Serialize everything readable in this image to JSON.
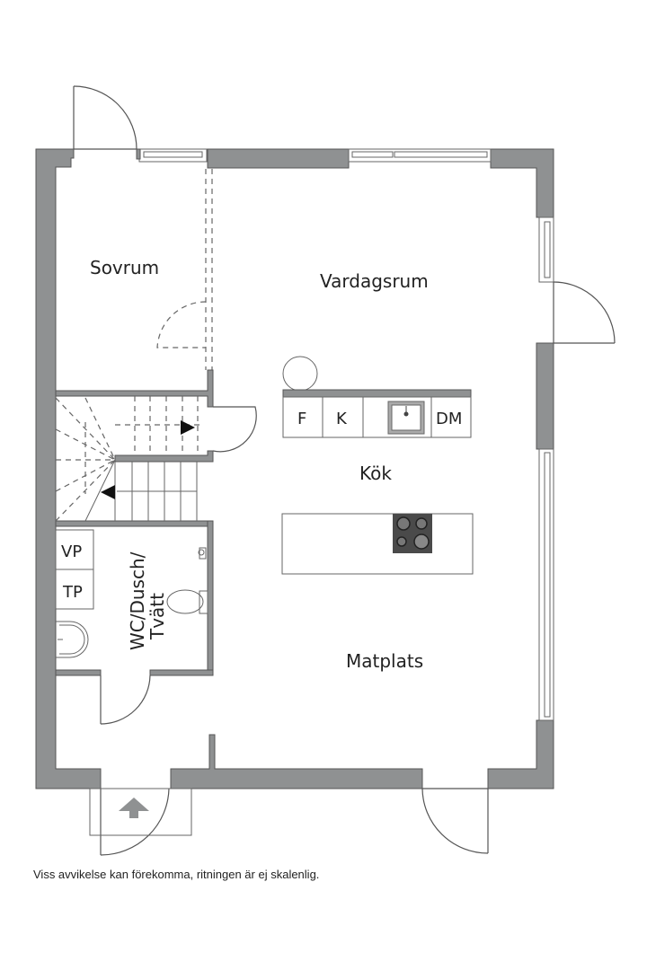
{
  "rooms": {
    "sovrum": "Sovrum",
    "vardagsrum": "Vardagsrum",
    "kok": "Kök",
    "matplats": "Matplats",
    "wc_line1": "WC/Dusch/",
    "wc_line2": "Tvätt"
  },
  "fixtures": {
    "fridge": "F",
    "freezer": "K",
    "dishwasher": "DM",
    "washer": "VP",
    "dryer": "TP"
  },
  "disclaimer": "Viss avvikelse kan förekomma, ritningen är ej skalenlig.",
  "colors": {
    "wall": "#8f9192",
    "line": "#555555",
    "stove": "#4a4a4a"
  }
}
